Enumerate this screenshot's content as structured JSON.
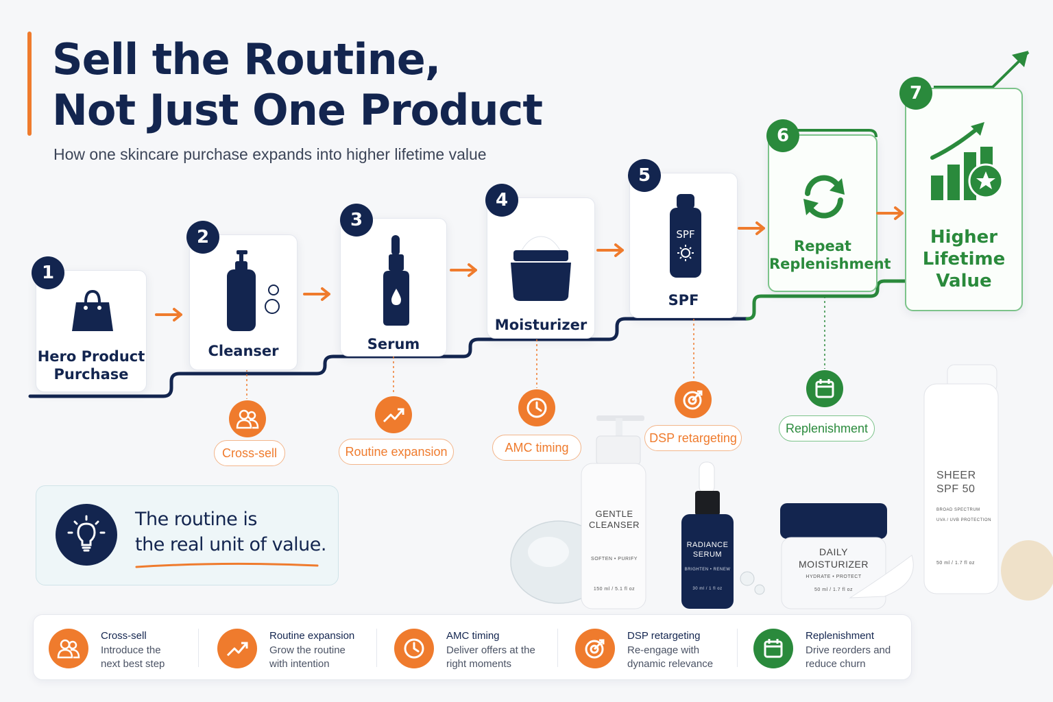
{
  "title": {
    "line1": "Sell the Routine,",
    "line2": "Not Just One Product"
  },
  "subtitle": "How one skincare purchase expands into higher lifetime value",
  "colors": {
    "navy": "#13254f",
    "orange": "#ef7b2d",
    "green": "#2a8a3c"
  },
  "steps": [
    {
      "number": "1",
      "label_line1": "Hero Product",
      "label_line2": "Purchase",
      "icon": "shopping-bag-icon"
    },
    {
      "number": "2",
      "label_line1": "Cleanser",
      "icon": "pump-bottle-icon"
    },
    {
      "number": "3",
      "label_line1": "Serum",
      "icon": "dropper-bottle-icon"
    },
    {
      "number": "4",
      "label_line1": "Moisturizer",
      "icon": "cream-jar-icon"
    },
    {
      "number": "5",
      "label_line1": "SPF",
      "icon": "spf-bottle-icon",
      "icon_text": "SPF"
    },
    {
      "number": "6",
      "label_line1": "Repeat",
      "label_line2": "Replenishment",
      "icon": "refresh-icon"
    },
    {
      "number": "7",
      "label_line1": "Higher",
      "label_line2": "Lifetime",
      "label_line3": "Value",
      "icon": "growth-chart-icon"
    }
  ],
  "tactics": [
    {
      "label": "Cross-sell",
      "icon": "people-icon"
    },
    {
      "label": "Routine expansion",
      "icon": "trend-up-icon"
    },
    {
      "label": "AMC timing",
      "icon": "clock-icon"
    },
    {
      "label": "DSP retargeting",
      "icon": "target-icon"
    },
    {
      "label": "Replenishment",
      "icon": "calendar-icon"
    }
  ],
  "insight": {
    "line1": "The routine is",
    "line2": "the real unit of value.",
    "icon": "lightbulb-icon"
  },
  "legend": [
    {
      "title": "Cross-sell",
      "desc_line1": "Introduce the",
      "desc_line2": "next best step",
      "icon": "people-icon"
    },
    {
      "title": "Routine expansion",
      "desc_line1": "Grow the routine",
      "desc_line2": "with intention",
      "icon": "trend-up-icon"
    },
    {
      "title": "AMC timing",
      "desc_line1": "Deliver offers at the",
      "desc_line2": "right moments",
      "icon": "clock-icon"
    },
    {
      "title": "DSP retargeting",
      "desc_line1": "Re-engage with",
      "desc_line2": "dynamic relevance",
      "icon": "target-icon"
    },
    {
      "title": "Replenishment",
      "desc_line1": "Drive reorders and",
      "desc_line2": "reduce churn",
      "icon": "calendar-icon"
    }
  ],
  "products": {
    "cleanser": {
      "name_line1": "GENTLE",
      "name_line2": "CLEANSER",
      "tagline": "SOFTEN • PURIFY",
      "size": "150 ml / 5.1 fl oz"
    },
    "serum": {
      "name_line1": "RADIANCE",
      "name_line2": "SERUM",
      "tagline": "BRIGHTEN • RENEW",
      "size": "30 ml / 1 fl oz"
    },
    "moisturizer": {
      "name_line1": "DAILY",
      "name_line2": "MOISTURIZER",
      "tagline": "HYDRATE • PROTECT",
      "size": "50 ml / 1.7 fl oz"
    },
    "sunscreen": {
      "name_line1": "SHEER",
      "name_line2": "SPF 50",
      "tagline_line1": "BROAD SPECTRUM",
      "tagline_line2": "UVA / UVB PROTECTION",
      "size": "50 ml / 1.7 fl oz"
    }
  }
}
